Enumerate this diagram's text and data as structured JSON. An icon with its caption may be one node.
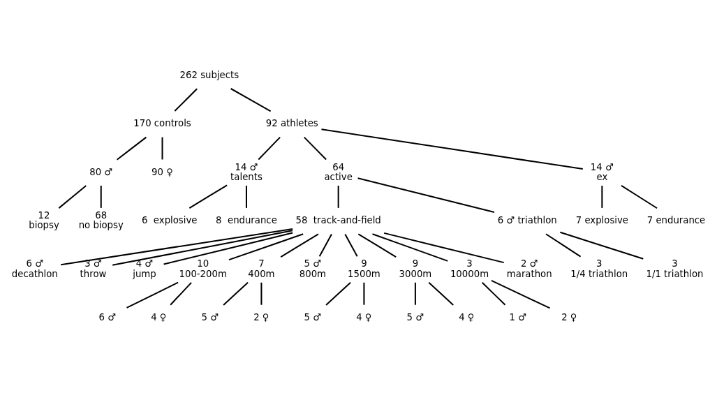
{
  "diagram": {
    "nodes": [
      {
        "text": [
          "262 subjects"
        ]
      },
      {
        "text": [
          "170 controls"
        ]
      },
      {
        "text": [
          "92 athletes"
        ]
      },
      {
        "text": [
          "80 ♂"
        ]
      },
      {
        "text": [
          "90 ♀"
        ]
      },
      {
        "text": [
          "12",
          "biopsy"
        ]
      },
      {
        "text": [
          "68",
          "no biopsy"
        ]
      },
      {
        "text": [
          "14 ♂",
          "talents"
        ]
      },
      {
        "text": [
          "64",
          "active"
        ]
      },
      {
        "text": [
          "14 ♂",
          "ex"
        ]
      },
      {
        "text": [
          "6  explosive"
        ]
      },
      {
        "text": [
          "8  endurance"
        ]
      },
      {
        "text": [
          "7 explosive"
        ]
      },
      {
        "text": [
          "7 endurance"
        ]
      },
      {
        "text": [
          "58  track-and-field"
        ]
      },
      {
        "text": [
          "6 ♂ triathlon"
        ]
      },
      {
        "text": [
          "3",
          "1/4 triathlon"
        ]
      },
      {
        "text": [
          "3",
          "1/1 triathlon"
        ]
      },
      {
        "text": [
          "6 ♂",
          "decathlon"
        ]
      },
      {
        "text": [
          "3 ♂",
          "throw"
        ]
      },
      {
        "text": [
          "4 ♂",
          "jump"
        ]
      },
      {
        "text": [
          "10",
          "100-200m"
        ]
      },
      {
        "text": [
          "7",
          "400m"
        ]
      },
      {
        "text": [
          "5 ♂",
          "800m"
        ]
      },
      {
        "text": [
          "9",
          "1500m"
        ]
      },
      {
        "text": [
          "9",
          "3000m"
        ]
      },
      {
        "text": [
          "3",
          "10000m"
        ]
      },
      {
        "text": [
          "2 ♂",
          "marathon"
        ]
      },
      {
        "text": [
          "6 ♂"
        ]
      },
      {
        "text": [
          "4 ♀"
        ]
      },
      {
        "text": [
          "5 ♂"
        ]
      },
      {
        "text": [
          "2 ♀"
        ]
      },
      {
        "text": [
          "5 ♂"
        ]
      },
      {
        "text": [
          "4 ♀"
        ]
      },
      {
        "text": [
          "5 ♂"
        ]
      },
      {
        "text": [
          "4 ♀"
        ]
      },
      {
        "text": [
          "1 ♂"
        ]
      },
      {
        "text": [
          "2 ♀"
        ]
      }
    ],
    "edges": [
      {
        "from": 0,
        "to": 1,
        "arrow": "none"
      },
      {
        "from": 0,
        "to": 2,
        "arrow": "none"
      },
      {
        "from": 1,
        "to": 3,
        "arrow": "none"
      },
      {
        "from": 1,
        "to": 4,
        "arrow": "none"
      },
      {
        "from": 3,
        "to": 5,
        "arrow": "none"
      },
      {
        "from": 3,
        "to": 6,
        "arrow": "none"
      },
      {
        "from": 2,
        "to": 7,
        "arrow": "none"
      },
      {
        "from": 2,
        "to": 8,
        "arrow": "none"
      },
      {
        "from": 2,
        "to": 9,
        "arrow": "none"
      },
      {
        "from": 7,
        "to": 10,
        "arrow": "none"
      },
      {
        "from": 7,
        "to": 11,
        "arrow": "none"
      },
      {
        "from": 9,
        "to": 12,
        "arrow": "none"
      },
      {
        "from": 9,
        "to": 13,
        "arrow": "none"
      },
      {
        "from": 8,
        "to": 14,
        "arrow": "none"
      },
      {
        "from": 8,
        "to": 15,
        "arrow": "none"
      },
      {
        "from": 15,
        "to": 16,
        "arrow": "none"
      },
      {
        "from": 15,
        "to": 17,
        "arrow": "none"
      },
      {
        "from": 14,
        "to": 18,
        "arrow": "none"
      },
      {
        "from": 14,
        "to": 19,
        "arrow": "none"
      },
      {
        "from": 14,
        "to": 20,
        "arrow": "none"
      },
      {
        "from": 14,
        "to": 21,
        "arrow": "none"
      },
      {
        "from": 14,
        "to": 22,
        "arrow": "none"
      },
      {
        "from": 14,
        "to": 23,
        "arrow": "none"
      },
      {
        "from": 14,
        "to": 24,
        "arrow": "none"
      },
      {
        "from": 14,
        "to": 25,
        "arrow": "none"
      },
      {
        "from": 14,
        "to": 26,
        "arrow": "none"
      },
      {
        "from": 14,
        "to": 27,
        "arrow": "none"
      },
      {
        "from": 21,
        "to": 28,
        "arrow": "none"
      },
      {
        "from": 21,
        "to": 29,
        "arrow": "none"
      },
      {
        "from": 22,
        "to": 30,
        "arrow": "none"
      },
      {
        "from": 22,
        "to": 31,
        "arrow": "none"
      },
      {
        "from": 24,
        "to": 32,
        "arrow": "none"
      },
      {
        "from": 24,
        "to": 33,
        "arrow": "none"
      },
      {
        "from": 25,
        "to": 34,
        "arrow": "none"
      },
      {
        "from": 25,
        "to": 35,
        "arrow": "none"
      },
      {
        "from": 26,
        "to": 36,
        "arrow": "none"
      },
      {
        "from": 26,
        "to": 37,
        "arrow": "none"
      }
    ]
  }
}
